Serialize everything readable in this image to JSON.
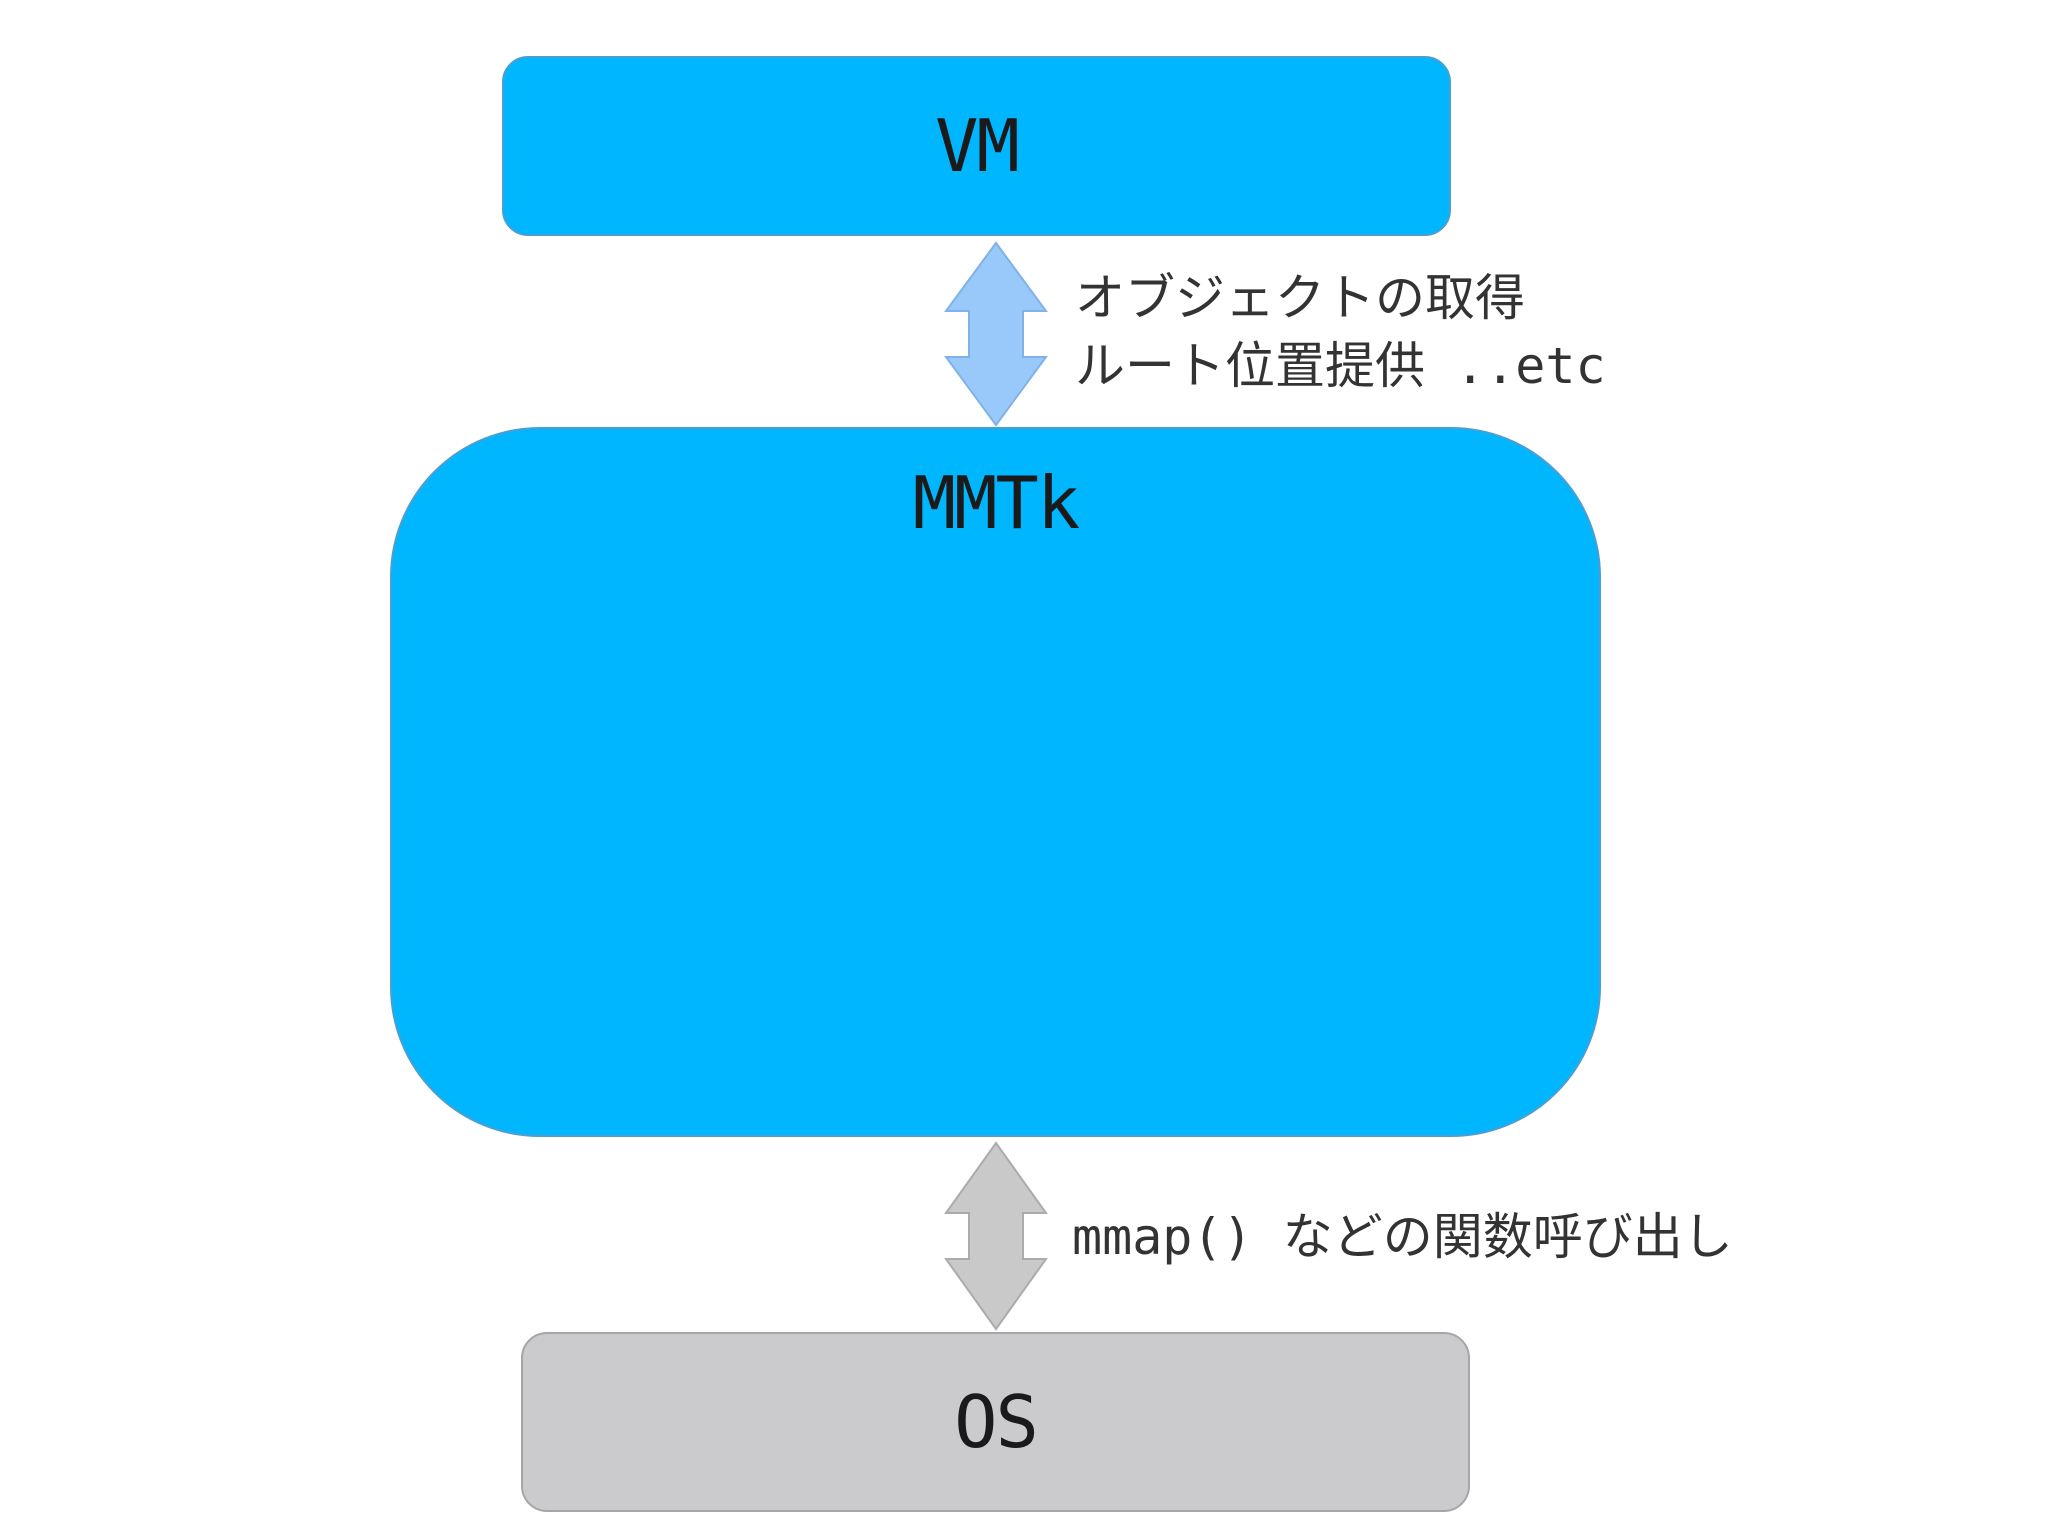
{
  "diagram": {
    "nodes": {
      "vm": {
        "label": "VM",
        "color": "#00b6ff"
      },
      "mmtk": {
        "label": "MMTk",
        "color": "#00b6ff"
      },
      "os": {
        "label": "OS",
        "color": "#cbcbcd"
      }
    },
    "edges": {
      "vm_mmtk": {
        "lines": [
          "オブジェクトの取得",
          "ルート位置提供 ..etc"
        ],
        "arrow_color": "#99c9fb"
      },
      "mmtk_os": {
        "lines": [
          "mmap() などの関数呼び出し"
        ],
        "arrow_color": "#c9c9c9"
      }
    }
  }
}
